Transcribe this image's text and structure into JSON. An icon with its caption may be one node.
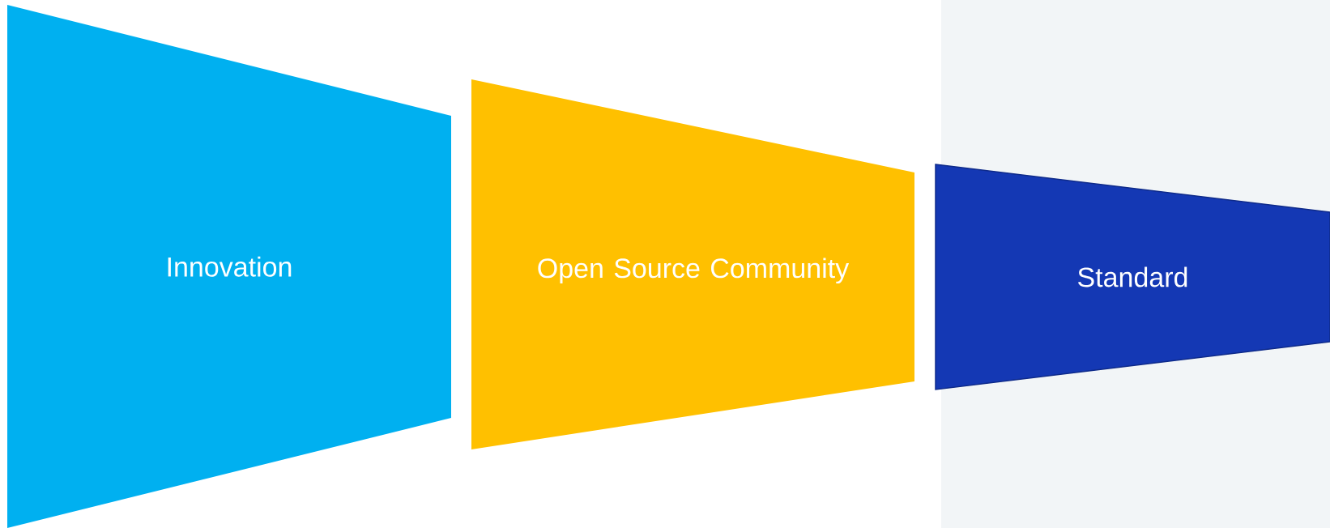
{
  "diagram": {
    "nodes": [
      {
        "text": [
          "Innovation"
        ]
      },
      {
        "text": [
          "Open Source Community"
        ]
      },
      {
        "text": [
          "Standard"
        ]
      }
    ]
  }
}
